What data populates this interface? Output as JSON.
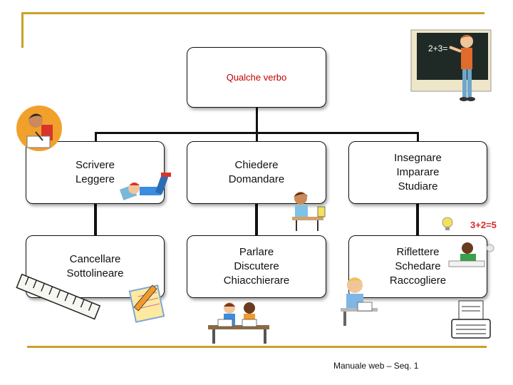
{
  "root": {
    "label": "Qualche verbo"
  },
  "boxes": [
    {
      "lines": [
        "Scrivere",
        "Leggere"
      ]
    },
    {
      "lines": [
        "Chiedere",
        "Domandare"
      ]
    },
    {
      "lines": [
        "Insegnare",
        "Imparare",
        "Studiare"
      ]
    },
    {
      "lines": [
        "Cancellare",
        "Sottolineare"
      ]
    },
    {
      "lines": [
        "Parlare",
        "Discutere",
        "Chiacchierare"
      ]
    },
    {
      "lines": [
        "Riflettere",
        "Schedare",
        "Raccogliere"
      ]
    }
  ],
  "clipart": {
    "blackboard_text": "2+3=",
    "math_text": "3+2=5"
  },
  "footer": "Manuale web – Seq. 1",
  "colors": {
    "frame": "#c9a227",
    "root_text": "#c00000"
  }
}
